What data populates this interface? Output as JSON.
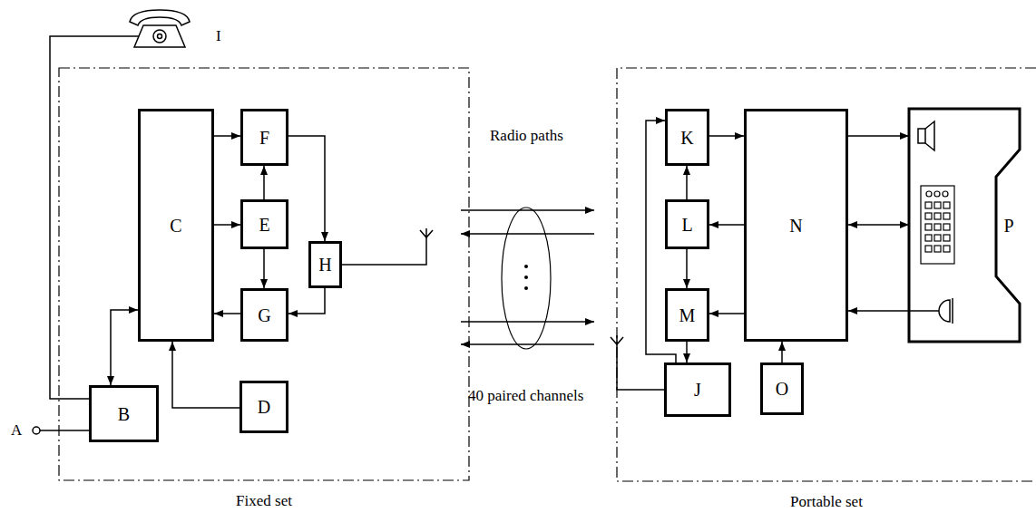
{
  "diagram": {
    "nodes": [
      {
        "text": [
          "Fixed set"
        ]
      },
      {
        "text": [
          "C"
        ],
        "in": 0
      },
      {
        "text": [
          "F"
        ],
        "in": 0
      },
      {
        "text": [
          "E"
        ],
        "in": 0
      },
      {
        "text": [
          "H"
        ],
        "in": 0
      },
      {
        "text": [
          "G"
        ],
        "in": 0
      },
      {
        "text": [
          "B"
        ],
        "in": 0
      },
      {
        "text": [
          "D"
        ],
        "in": 0
      },
      {
        "text": [
          "Portable set"
        ]
      },
      {
        "text": [
          "K"
        ],
        "in": 8
      },
      {
        "text": [
          "L"
        ],
        "in": 8
      },
      {
        "text": [
          "N"
        ],
        "in": 8
      },
      {
        "text": [
          "P"
        ],
        "in": 8
      },
      {
        "text": [
          "M"
        ],
        "in": 8
      },
      {
        "text": [
          "J"
        ],
        "in": 8
      },
      {
        "text": [
          "O"
        ],
        "in": 8
      }
    ],
    "edges": [
      {
        "from": 1,
        "to": 2,
        "arrow": "to"
      },
      {
        "from": 1,
        "to": 3,
        "arrow": "to"
      },
      {
        "from": 3,
        "to": 2,
        "arrow": "to"
      },
      {
        "from": 3,
        "to": 5,
        "arrow": "to"
      },
      {
        "from": 2,
        "to": 4,
        "arrow": "to"
      },
      {
        "from": 4,
        "to": 5,
        "arrow": "to"
      },
      {
        "from": 5,
        "to": 1,
        "arrow": "to"
      },
      {
        "from": 6,
        "to": 1,
        "arrow": "both"
      },
      {
        "from": 7,
        "to": 1,
        "arrow": "to"
      },
      {
        "from": 9,
        "to": 11,
        "arrow": "to"
      },
      {
        "from": 11,
        "to": 10,
        "arrow": "to"
      },
      {
        "from": 10,
        "to": 9,
        "arrow": "to"
      },
      {
        "from": 10,
        "to": 13,
        "arrow": "to"
      },
      {
        "from": 11,
        "to": 13,
        "arrow": "to"
      },
      {
        "from": 11,
        "to": 12,
        "arrow": "to"
      },
      {
        "from": 11,
        "to": 12,
        "arrow": "both"
      },
      {
        "from": 12,
        "to": 11,
        "arrow": "to"
      },
      {
        "from": 15,
        "to": 11,
        "arrow": "to"
      },
      {
        "from": 14,
        "to": 9,
        "arrow": "to"
      },
      {
        "from": 13,
        "to": 14,
        "arrow": "to"
      }
    ],
    "labels": [
      "I",
      "A",
      "Radio paths",
      "40 paired channels"
    ]
  }
}
